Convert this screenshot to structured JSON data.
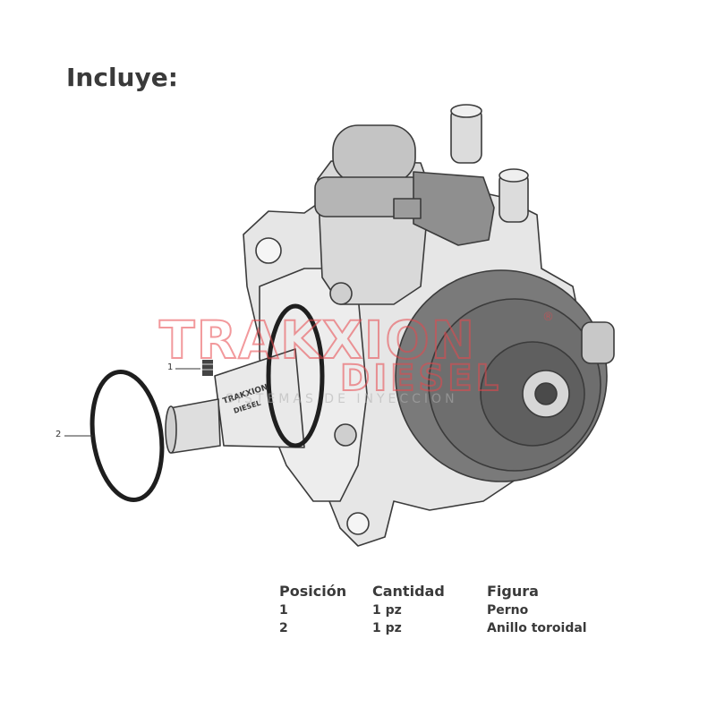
{
  "heading": "Incluye:",
  "callouts": {
    "one": "1",
    "two": "2"
  },
  "watermark": {
    "brand": "TRAKXION",
    "sub": "DIESEL",
    "tagline": "SISTEMAS DE INYECCION",
    "registered": "®"
  },
  "stamp": {
    "brand": "TRAKXION",
    "sub": "DIESEL"
  },
  "table": {
    "headers": {
      "position": "Posición",
      "quantity": "Cantidad",
      "figure": "Figura"
    },
    "rows": [
      {
        "position": "1",
        "quantity": "1 pz",
        "figure": "Perno"
      },
      {
        "position": "2",
        "quantity": "1 pz",
        "figure": "Anillo toroidal"
      }
    ]
  },
  "colors": {
    "watermark": "#e8474c",
    "outline": "#3b3b3b",
    "body": "#e6e6e6",
    "ring": "#1f1f1f"
  }
}
